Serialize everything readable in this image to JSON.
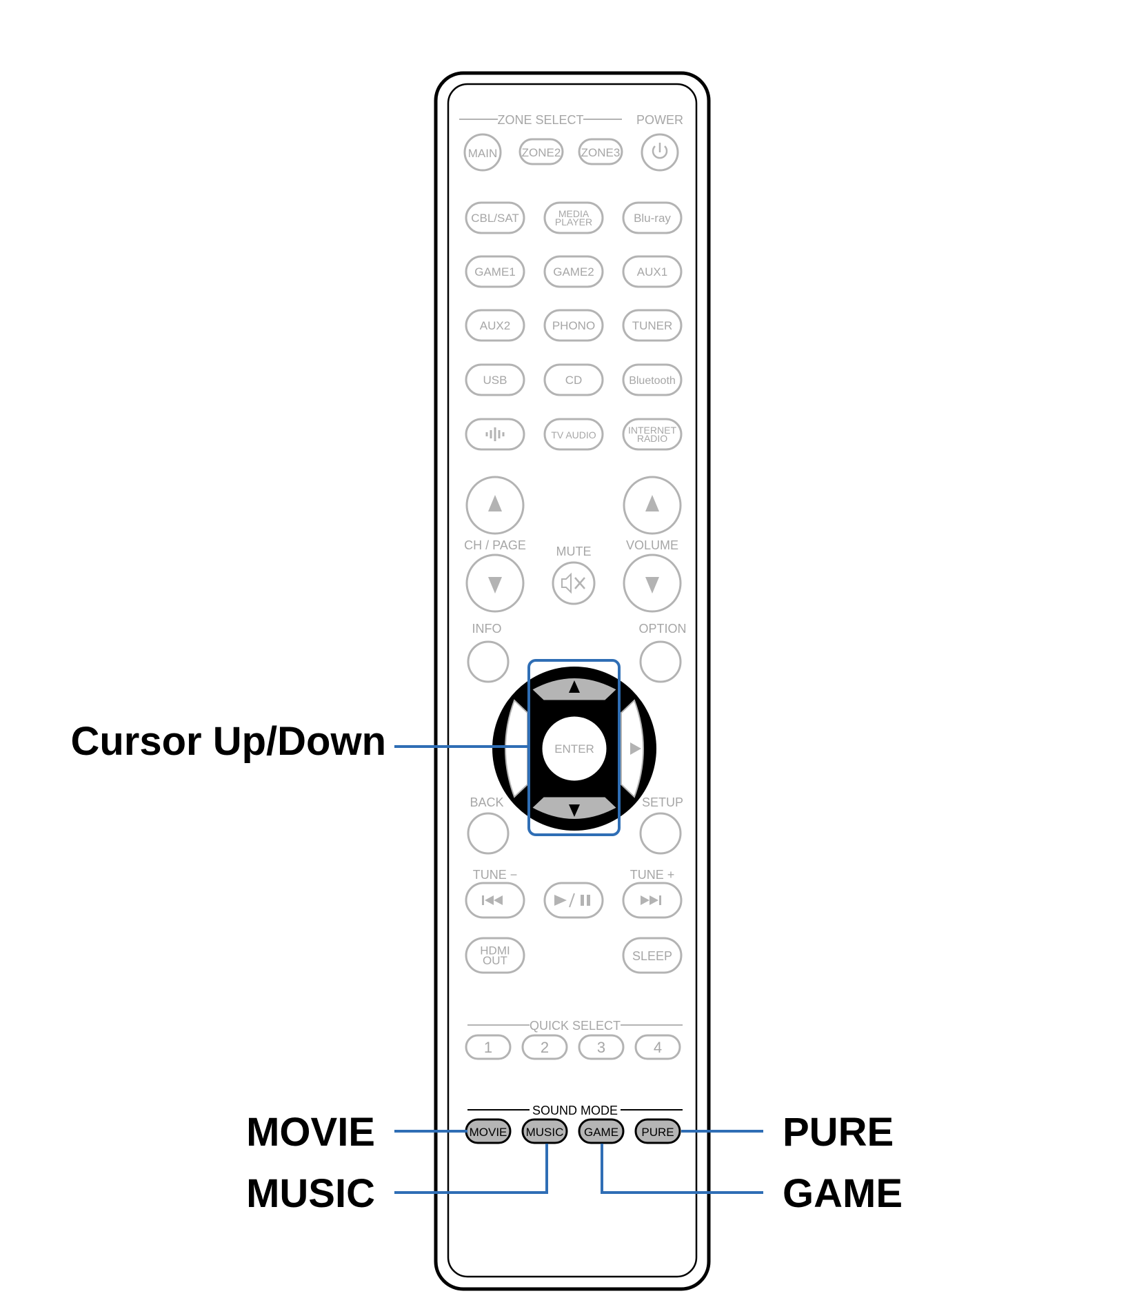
{
  "colors": {
    "outline": "#000000",
    "faded": "#b3b3b3",
    "faded_text": "#a6a6a6",
    "highlight_fill": "#b5b5b5",
    "leader": "#2f6eb5"
  },
  "remote": {
    "zone_select_label": "ZONE SELECT",
    "power_label": "POWER",
    "zone_buttons": [
      "MAIN",
      "ZONE2",
      "ZONE3"
    ],
    "power_icon": "power-icon",
    "sources": [
      [
        "CBL/SAT",
        "MEDIA PLAYER",
        "Blu-ray"
      ],
      [
        "GAME1",
        "GAME2",
        "AUX1"
      ],
      [
        "AUX2",
        "PHONO",
        "TUNER"
      ],
      [
        "USB",
        "CD",
        "Bluetooth"
      ],
      [
        "HEOS",
        "TV AUDIO",
        "INTERNET RADIO"
      ]
    ],
    "heos_icon": "heos-icon",
    "ch_page_label": "CH / PAGE",
    "mute_label": "MUTE",
    "volume_label": "VOLUME",
    "mute_icon": "mute-icon",
    "info_label": "INFO",
    "option_label": "OPTION",
    "enter_label": "ENTER",
    "back_label": "BACK",
    "setup_label": "SETUP",
    "tune_minus_label": "TUNE −",
    "tune_plus_label": "TUNE +",
    "transport_icons": [
      "prev-track-icon",
      "play-pause-icon",
      "next-track-icon"
    ],
    "hdmi_out_label": "HDMI OUT",
    "sleep_label": "SLEEP",
    "quick_select_label": "QUICK SELECT",
    "quick_select_buttons": [
      "1",
      "2",
      "3",
      "4"
    ],
    "sound_mode_label": "SOUND MODE",
    "sound_mode_buttons": [
      "MOVIE",
      "MUSIC",
      "GAME",
      "PURE"
    ]
  },
  "callouts": {
    "cursor": "Cursor Up/Down",
    "movie": "MOVIE",
    "music": "MUSIC",
    "pure": "PURE",
    "game": "GAME"
  }
}
